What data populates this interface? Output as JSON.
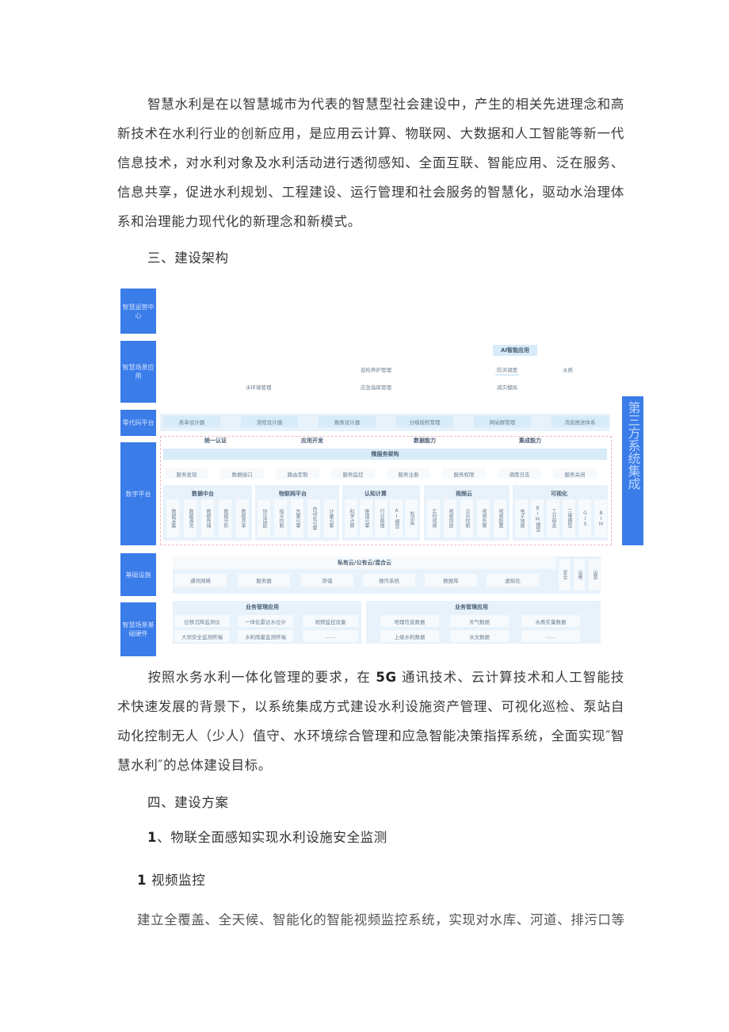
{
  "intro_paragraph": "智慧水利是在以智慧城市为代表的智慧型社会建设中，产生的相关先进理念和高新技术在水利行业的创新应用，是应用云计算、物联网、大数据和人工智能等新一代信息技术，对水利对象及水利活动进行透彻感知、全面互联、智能应用、泛在服务、信息共享，促进水利规划、工程建设、运行管理和社会服务的智慧化，驱动水治理体系和治理能力现代化的新理念和新模式。",
  "section3_heading": "三、建设架构",
  "diagram": {
    "layers": [
      "智慧运营中心",
      "智慧场景应用",
      "零代码平台",
      "数字平台",
      "基础设施",
      "智慧场景基础硬件"
    ],
    "scene_apps": {
      "col1": [
        "水环境管理"
      ],
      "col2": [
        "巡检养护管理",
        "应急指挥管理"
      ],
      "ai_title": "AI智能应用",
      "ai_items": [
        "防洪调度",
        "减灾模拟"
      ],
      "col4": [
        "水质"
      ]
    },
    "lowcode": [
      "表单设计器",
      "流程设计器",
      "报表设计器",
      "分级授权管理",
      "网站群管理",
      "消息推送体系"
    ],
    "capabilities": [
      "统一认证",
      "应用开发",
      "数据能力",
      "集成能力"
    ],
    "microservice": {
      "title": "微服务架构",
      "items": [
        "服务发现",
        "数据接口",
        "路由定制",
        "服务监控",
        "服务注册",
        "服务权限",
        "调度日志",
        "服务关闭"
      ]
    },
    "platforms": [
      {
        "title": "数据中台",
        "items": [
          "数据采集",
          "数据清洗",
          "数据存储",
          "数据分析",
          "数据共享"
        ]
      },
      {
        "title": "物联网平台",
        "items": [
          "协议适配",
          "指令控制",
          "告警引擎",
          "自动化引擎",
          "计量引擎"
        ]
      },
      {
        "title": "认知计算",
        "items": [
          "科学计算",
          "推理引擎",
          "行业图谱",
          "AI模型",
          "知识库"
        ]
      },
      {
        "title": "视频云",
        "items": [
          "实时视频",
          "视频回放",
          "云台控制",
          "视频告警",
          "视频配置"
        ]
      },
      {
        "title": "可视化",
        "items": [
          "电子地图",
          "BIM模型",
          "工业组态",
          "三维模型",
          "GIS",
          "BIM"
        ]
      }
    ],
    "infrastructure": {
      "title": "私有云/公有云/混合云",
      "items": [
        "通讯网络",
        "服务器",
        "存储",
        "操作系统",
        "数据库",
        "虚拟化"
      ],
      "side": [
        "安全",
        "运维",
        "运营"
      ]
    },
    "hardware": {
      "left": {
        "title": "业务管理应用",
        "items": [
          "位移沉降监测仪",
          "一体化雷达水位计",
          "视频监控设备",
          "大坝安全监测终端",
          "水利雨量监测终端",
          "……"
        ]
      },
      "right": {
        "title": "业务管理应用",
        "items": [
          "地理信息数据",
          "天气数据",
          "水质实量数据",
          "上级水利数据",
          "水文数据",
          "……"
        ]
      }
    },
    "third_party": "第三方系统集成"
  },
  "goal_paragraph_before": "按照水务水利一体化管理的要求，在 ",
  "goal_paragraph_bold": "5G",
  "goal_paragraph_after": " 通讯技术、云计算技术和人工智能技术快速发展的背景下，以系统集成方式建设水利设施资产管理、可视化巡检、泵站自动化控制无人（少人）值守、水环境综合管理和应急智能决策指挥系统，全面实现″智慧水利″的总体建设目标。",
  "section4_heading": "四、建设方案",
  "subsection1_num": "1",
  "subsection1_text": "、物联全面感知实现水利设施安全监测",
  "item1_num": "1",
  "item1_text": " 视频监控",
  "last_paragraph": "建立全覆盖、全天候、智能化的智能视频监控系统，实现对水库、河道、排污口等"
}
